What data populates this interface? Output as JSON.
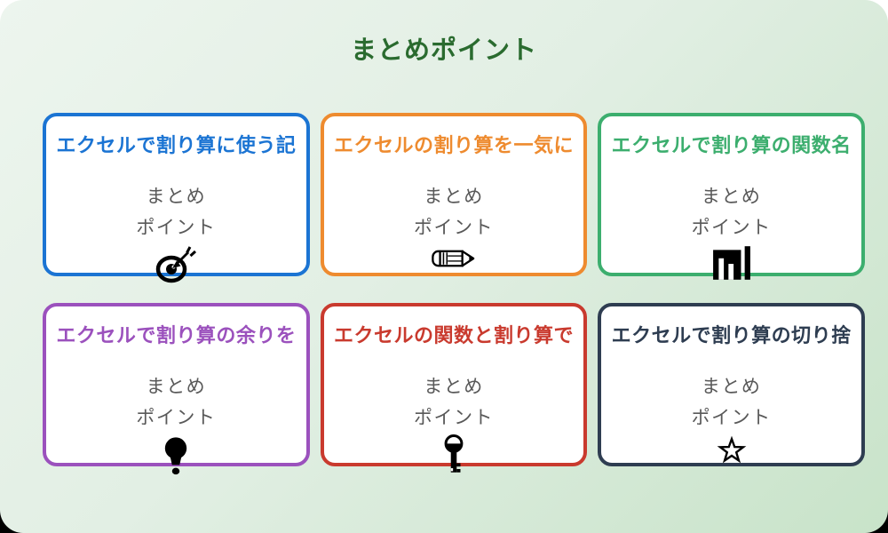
{
  "page": {
    "title": "まとめポイント",
    "title_color": "#2a6b2f",
    "background_gradient": {
      "start": "#edf5ee",
      "end": "#c8e3c9"
    },
    "body_text_color": "#595959"
  },
  "cards": [
    {
      "title": "エクセルで割り算に使う記",
      "color": "#1b74d3",
      "icon": "dart-target-icon",
      "line1": "まとめ",
      "line2": "ポイント"
    },
    {
      "title": "エクセルの割り算を一気に",
      "color": "#ee8b2f",
      "icon": "pencil-icon",
      "line1": "まとめ",
      "line2": "ポイント"
    },
    {
      "title": "エクセルで割り算の関数名",
      "color": "#3cae6e",
      "icon": "bar-chart-icon",
      "line1": "まとめ",
      "line2": "ポイント"
    },
    {
      "title": "エクセルで割り算の余りを",
      "color": "#9b51bd",
      "icon": "lightbulb-icon",
      "line1": "まとめ",
      "line2": "ポイント"
    },
    {
      "title": "エクセルの関数と割り算で",
      "color": "#c93a2e",
      "icon": "key-icon",
      "line1": "まとめ",
      "line2": "ポイント"
    },
    {
      "title": "エクセルで割り算の切り捨",
      "color": "#2e3d51",
      "icon": "star-icon",
      "line1": "まとめ",
      "line2": "ポイント"
    }
  ]
}
